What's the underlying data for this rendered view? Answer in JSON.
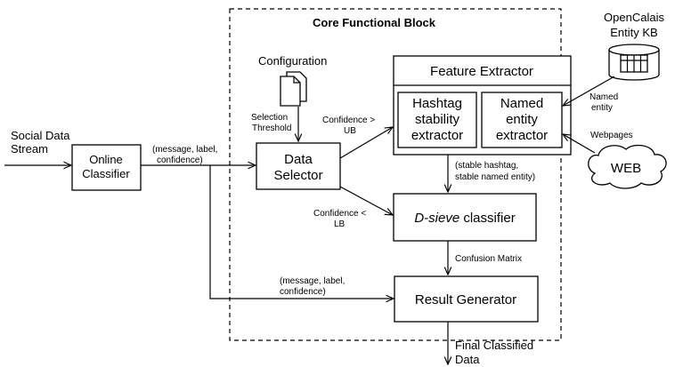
{
  "core_block": {
    "title": "Core Functional Block"
  },
  "input": {
    "line1": "Social Data",
    "line2": "Stream"
  },
  "online_classifier": {
    "line1": "Online",
    "line2": "Classifier"
  },
  "message_label_1": {
    "line1": "(message, label,",
    "line2": "confidence)"
  },
  "configuration": {
    "title": "Configuration",
    "threshold_line1": "Selection",
    "threshold_line2": "Threshold"
  },
  "data_selector": {
    "line1": "Data",
    "line2": "Selector"
  },
  "confidence_ub": {
    "line1": "Confidence >",
    "line2": "UB"
  },
  "confidence_lb": {
    "line1": "Confidence <",
    "line2": "LB"
  },
  "feature_extractor": {
    "title": "Feature Extractor",
    "hashtag": {
      "line1": "Hashtag",
      "line2": "stability",
      "line3": "extractor"
    },
    "named_entity": {
      "line1": "Named",
      "line2": "entity",
      "line3": "extractor"
    }
  },
  "opencalais": {
    "line1": "OpenCalais",
    "line2": "Entity KB"
  },
  "named_entity_edge": {
    "line1": "Named",
    "line2": "entity"
  },
  "webpages_edge": {
    "label": "Webpages"
  },
  "web": {
    "label": "WEB"
  },
  "stable_features": {
    "line1": "(stable hashtag,",
    "line2": "stable named entity)"
  },
  "dsieve": {
    "italic": "D-sieve",
    "rest": " classifier"
  },
  "confusion_matrix": {
    "label": "Confusion Matrix"
  },
  "message_label_2": {
    "line1": "(message, label,",
    "line2": "confidence)"
  },
  "result_generator": {
    "label": "Result Generator"
  },
  "output": {
    "line1": "Final Classified",
    "line2": "Data"
  }
}
